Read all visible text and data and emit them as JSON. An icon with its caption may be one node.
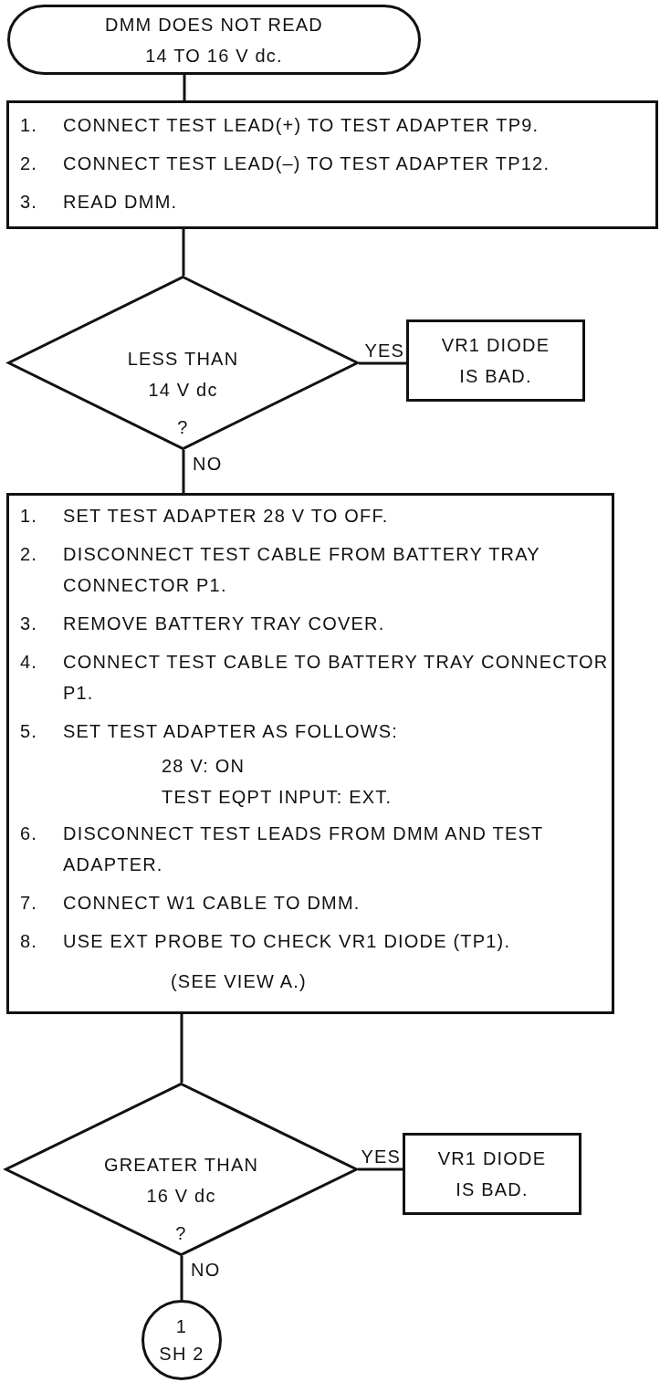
{
  "diagram": {
    "nodes": [
      {
        "text": [
          "DMM DOES NOT READ 14 TO 16 V dc."
        ]
      },
      {
        "text": [
          "1. CONNECT TEST LEAD(+) TO TEST ADAPTER TP9.",
          "2. CONNECT TEST LEAD(–) TO TEST ADAPTER TP12.",
          "3. READ DMM."
        ]
      },
      {
        "text": [
          "LESS THAN 14 V dc",
          "?"
        ]
      },
      {
        "text": [
          "VR1 DIODE IS BAD."
        ]
      },
      {
        "text": [
          "1. SET TEST ADAPTER 28 V TO OFF.",
          "2. DISCONNECT TEST CABLE FROM BATTERY TRAY CONNECTOR P1.",
          "3. REMOVE BATTERY TRAY COVER.",
          "4. CONNECT TEST CABLE TO BATTERY TRAY CONNECTOR P1.",
          "5. SET TEST ADAPTER AS FOLLOWS:",
          "28 V: ON",
          "TEST EQPT INPUT: EXT.",
          "6. DISCONNECT TEST LEADS FROM DMM AND TEST ADAPTER.",
          "7. CONNECT W1 CABLE TO DMM.",
          "8. USE EXT PROBE TO CHECK VR1 DIODE (TP1).",
          "(SEE VIEW A.)"
        ]
      },
      {
        "text": [
          "GREATER THAN 16 V dc",
          "?"
        ]
      },
      {
        "text": [
          "VR1 DIODE IS BAD."
        ]
      },
      {
        "text": [
          "1",
          "SH 2"
        ]
      }
    ],
    "edges": [
      {
        "from": 0,
        "to": 1,
        "arrow": "none"
      },
      {
        "from": 1,
        "to": 2,
        "arrow": "none"
      },
      {
        "from": 2,
        "to": 3,
        "arrow": "none",
        "label": "YES"
      },
      {
        "from": 2,
        "to": 4,
        "arrow": "none",
        "label": "NO"
      },
      {
        "from": 4,
        "to": 5,
        "arrow": "none"
      },
      {
        "from": 5,
        "to": 6,
        "arrow": "none",
        "label": "YES"
      },
      {
        "from": 5,
        "to": 7,
        "arrow": "none",
        "label": "NO"
      }
    ]
  }
}
